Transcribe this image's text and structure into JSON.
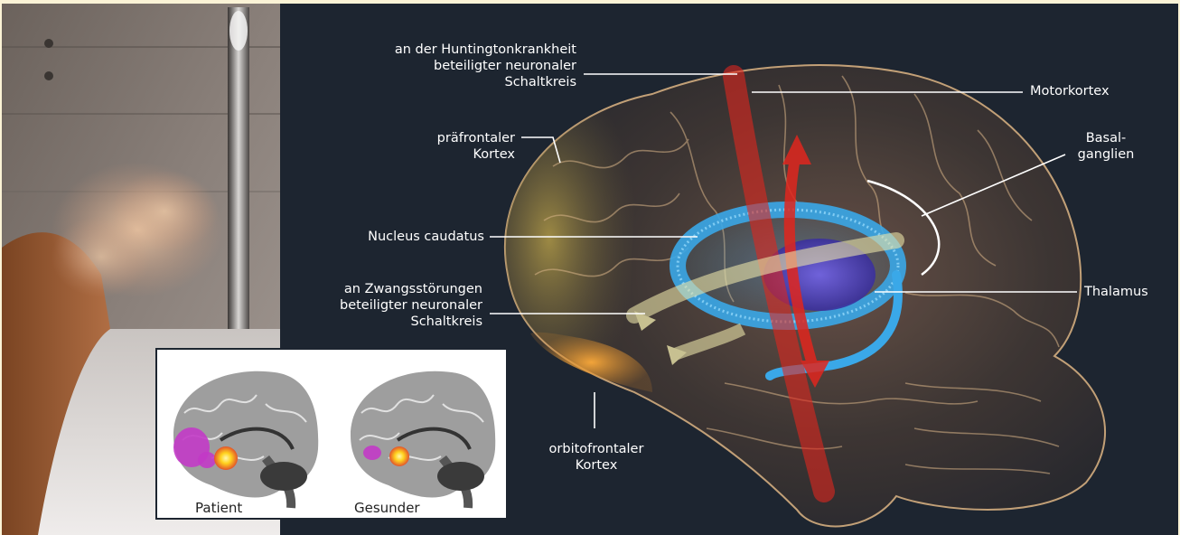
{
  "labels": {
    "huntington_circuit": [
      "an der Huntingtonkrankheit",
      "beteiligter neuronaler",
      "Schaltkreis"
    ],
    "motor_cortex": "Motorkortex",
    "prefrontal_cortex": [
      "präfrontaler",
      "Kortex"
    ],
    "basal_ganglia": [
      "Basal-",
      "ganglien"
    ],
    "nucleus_caudatus": "Nucleus caudatus",
    "ocd_circuit": [
      "an Zwangsstörungen",
      "beteiligter neuronaler",
      "Schaltkreis"
    ],
    "thalamus": "Thalamus",
    "orbitofrontal_cortex": [
      "orbitofrontaler",
      "Kortex"
    ]
  },
  "inset": {
    "captions": [
      "Patient",
      "Gesunder"
    ]
  },
  "colors": {
    "background": "#1d2530",
    "huntington_arrow": "#e0261e",
    "ocd_arrow": "#e9e3a8",
    "caudate": "#3aa8e8",
    "thalamus": "#5a4fd0",
    "scan_highlight": "#ffd21e",
    "scan_activity": "#c23ac6"
  }
}
